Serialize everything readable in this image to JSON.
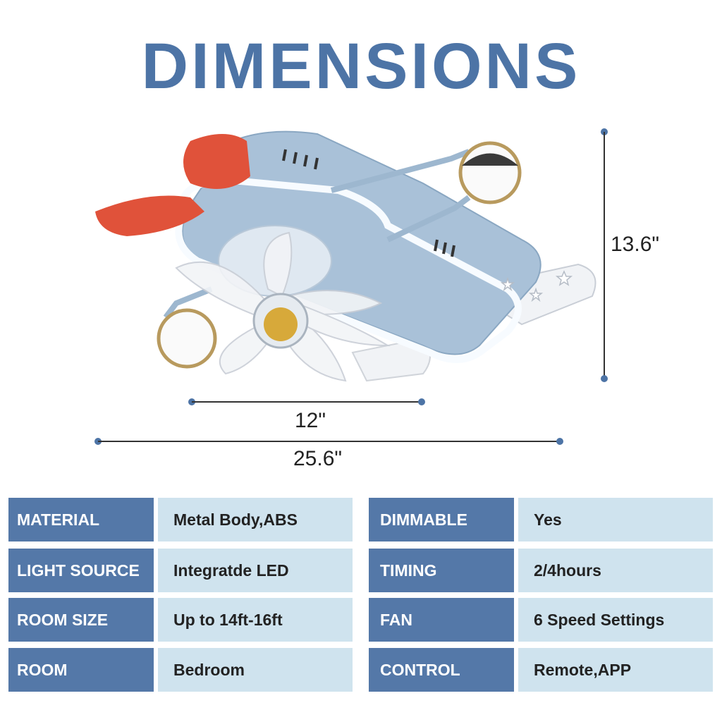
{
  "title": "DIMENSIONS",
  "dimensions": {
    "height_label": "13.6\"",
    "inner_width_label": "12\"",
    "outer_width_label": "25.6\""
  },
  "colors": {
    "accent": "#4d74a6",
    "key_bg": "#5478a8",
    "value_bg": "#cfe3ee",
    "propeller": "#e0523a",
    "body": "#9db7cf"
  },
  "specs": {
    "left": [
      {
        "key": "MATERIAL",
        "value": "Metal Body,ABS"
      },
      {
        "key": "LIGHT SOURCE",
        "value": "Integratde LED"
      },
      {
        "key": "ROOM SIZE",
        "value": "Up to 14ft-16ft"
      },
      {
        "key": "ROOM",
        "value": "Bedroom"
      }
    ],
    "right": [
      {
        "key": "DIMMABLE",
        "value": "Yes"
      },
      {
        "key": "TIMING",
        "value": "2/4hours"
      },
      {
        "key": "FAN",
        "value": "6 Speed Settings"
      },
      {
        "key": "CONTROL",
        "value": "Remote,APP"
      }
    ]
  }
}
